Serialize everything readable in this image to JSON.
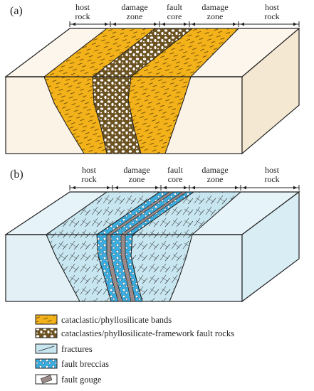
{
  "panels": [
    {
      "id": "a",
      "label": "(a)",
      "zones": [
        {
          "line1": "host",
          "line2": "rock"
        },
        {
          "line1": "damage",
          "line2": "zone"
        },
        {
          "line1": "fault",
          "line2": "core"
        },
        {
          "line1": "damage",
          "line2": "zone"
        },
        {
          "line1": "host",
          "line2": "rock"
        }
      ]
    },
    {
      "id": "b",
      "label": "(b)",
      "zones": [
        {
          "line1": "host",
          "line2": "rock"
        },
        {
          "line1": "damage",
          "line2": "zone"
        },
        {
          "line1": "fault",
          "line2": "core"
        },
        {
          "line1": "damage",
          "line2": "zone"
        },
        {
          "line1": "host",
          "line2": "rock"
        }
      ]
    }
  ],
  "legend": [
    {
      "label": "cataclastic/phyllosilicate bands",
      "swatch": "bands"
    },
    {
      "label": "cataclasties/phyllosilicate-framework fault rocks",
      "swatch": "framework"
    },
    {
      "label": "fractures",
      "swatch": "fractures"
    },
    {
      "label": "fault breccias",
      "swatch": "breccias"
    },
    {
      "label": "fault gouge",
      "swatch": "gouge"
    }
  ],
  "colors": {
    "host_top": "#fdf6ec",
    "host_front": "#fbf3e6",
    "host_side": "#f4e8d3",
    "bands": "#f3b21a",
    "framework": "#6b5220",
    "fracture_fill": "#c8e6f0",
    "breccia_fill": "#3aaee0",
    "gouge": "#9a8a8a",
    "outline": "#222222"
  }
}
